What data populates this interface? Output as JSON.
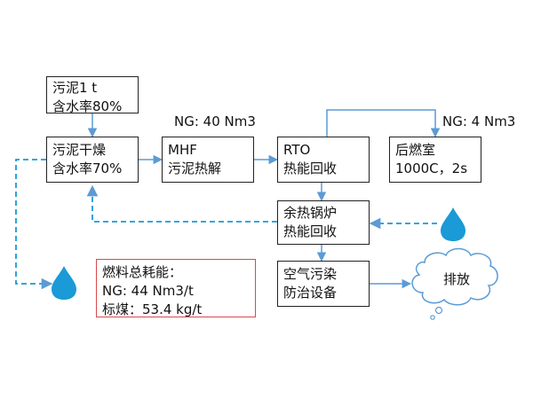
{
  "boxes": {
    "sludge": {
      "line1": "污泥1 t",
      "line2": "含水率80%"
    },
    "dryer": {
      "line1": "污泥干燥",
      "line2": "含水率70%"
    },
    "mhf": {
      "line1": "MHF",
      "line2": "污泥热解"
    },
    "rto": {
      "line1": "RTO",
      "line2": "热能回收"
    },
    "post": {
      "line1": "后燃室",
      "line2": "1000C，2s"
    },
    "boiler": {
      "line1": "余热锅炉",
      "line2": "热能回收"
    },
    "apc": {
      "line1": "空气污染",
      "line2": "防治设备"
    }
  },
  "labels": {
    "ng_mhf": "NG: 40 Nm3",
    "ng_post": "NG: 4 Nm3",
    "exhaust": "排放"
  },
  "fuel": {
    "title": "燃料总耗能：",
    "ng": "NG: 44 Nm3/t",
    "coal": "标煤：53.4 kg/t"
  },
  "colors": {
    "line": "#5b9bd5",
    "water_drop": "#1a9ad6",
    "fuel_border": "#d94a4a"
  },
  "icons": [
    "water-drop-icon",
    "water-drop-icon",
    "cloud-icon"
  ]
}
